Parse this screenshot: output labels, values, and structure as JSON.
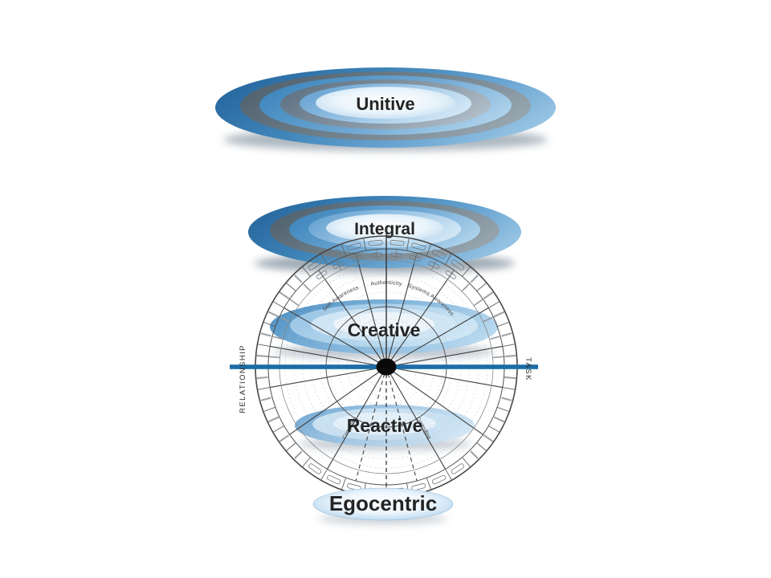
{
  "levels": {
    "unitive": "Unitive",
    "integral": "Integral",
    "creative": "Creative",
    "reactive": "Reactive",
    "egocentric": "Egocentric"
  },
  "axis": {
    "left": "RELATIONSHIP",
    "right": "TASK"
  },
  "wheel": {
    "arc_labels": {
      "left": "Self-Awareness",
      "top": "Authenticity",
      "right": "Systems Awareness"
    },
    "radial_labels": {
      "bottom_left": "Complying",
      "bottom_right": "Controlling"
    }
  },
  "colors": {
    "axis_line": "#1c6da6",
    "wheel_stroke": "#565656",
    "band_divider": "#5f5f5f",
    "grid_dotted": "#b7bec6",
    "mark": "#8f9499",
    "mark_light": "#9aa0a5",
    "disc_dark_blue": "#26679e",
    "disc_light_blue": "#9dc8e6",
    "center_dot": "#0a0a0a",
    "label_text": "#242424"
  }
}
